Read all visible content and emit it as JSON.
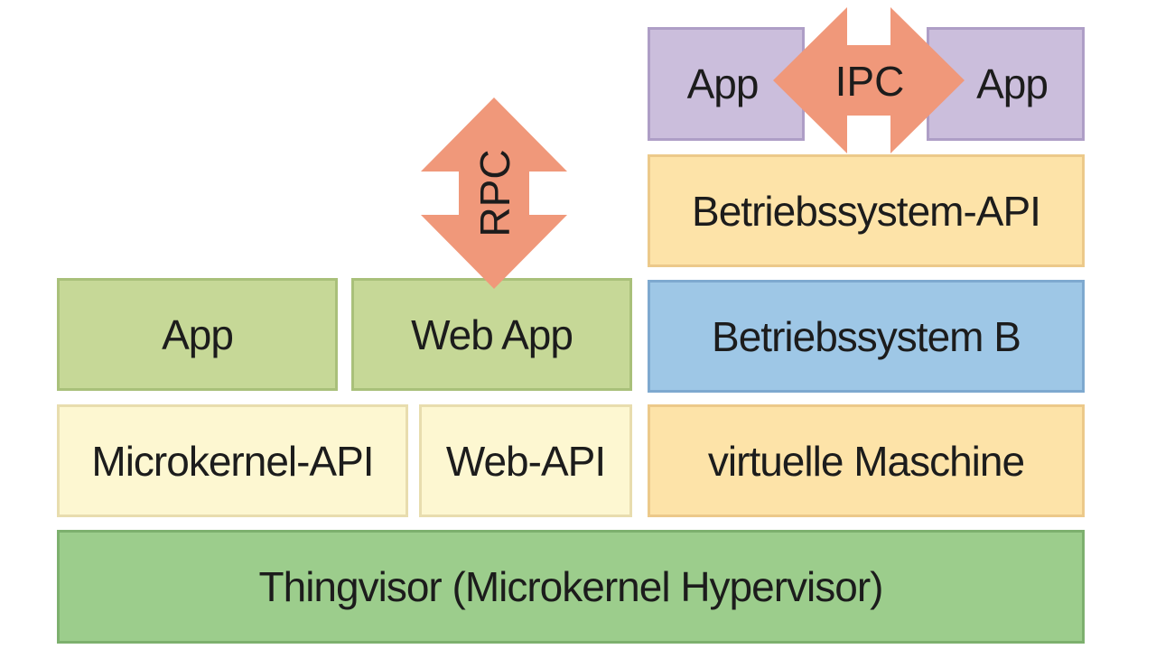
{
  "layers": {
    "hypervisor": "Thingvisor (Microkernel Hypervisor)",
    "microkernel_api": "Microkernel-API",
    "web_api": "Web-API",
    "virtual_machine": "virtuelle Maschine",
    "app_left": "App",
    "web_app": "Web App",
    "os_b": "Betriebssystem B",
    "os_api": "Betriebssystem-API",
    "app_top_left": "App",
    "app_top_right": "App"
  },
  "arrows": {
    "rpc": "RPC",
    "ipc": "IPC"
  },
  "colors": {
    "arrow": "#f0987a",
    "app_green": "#c6d897",
    "api_yellow": "#fdf7d1",
    "vm_peach": "#fde3a8",
    "os_blue": "#9ec7e6",
    "app_purple": "#cbbedc",
    "hypervisor_green": "#9ccd8c"
  }
}
